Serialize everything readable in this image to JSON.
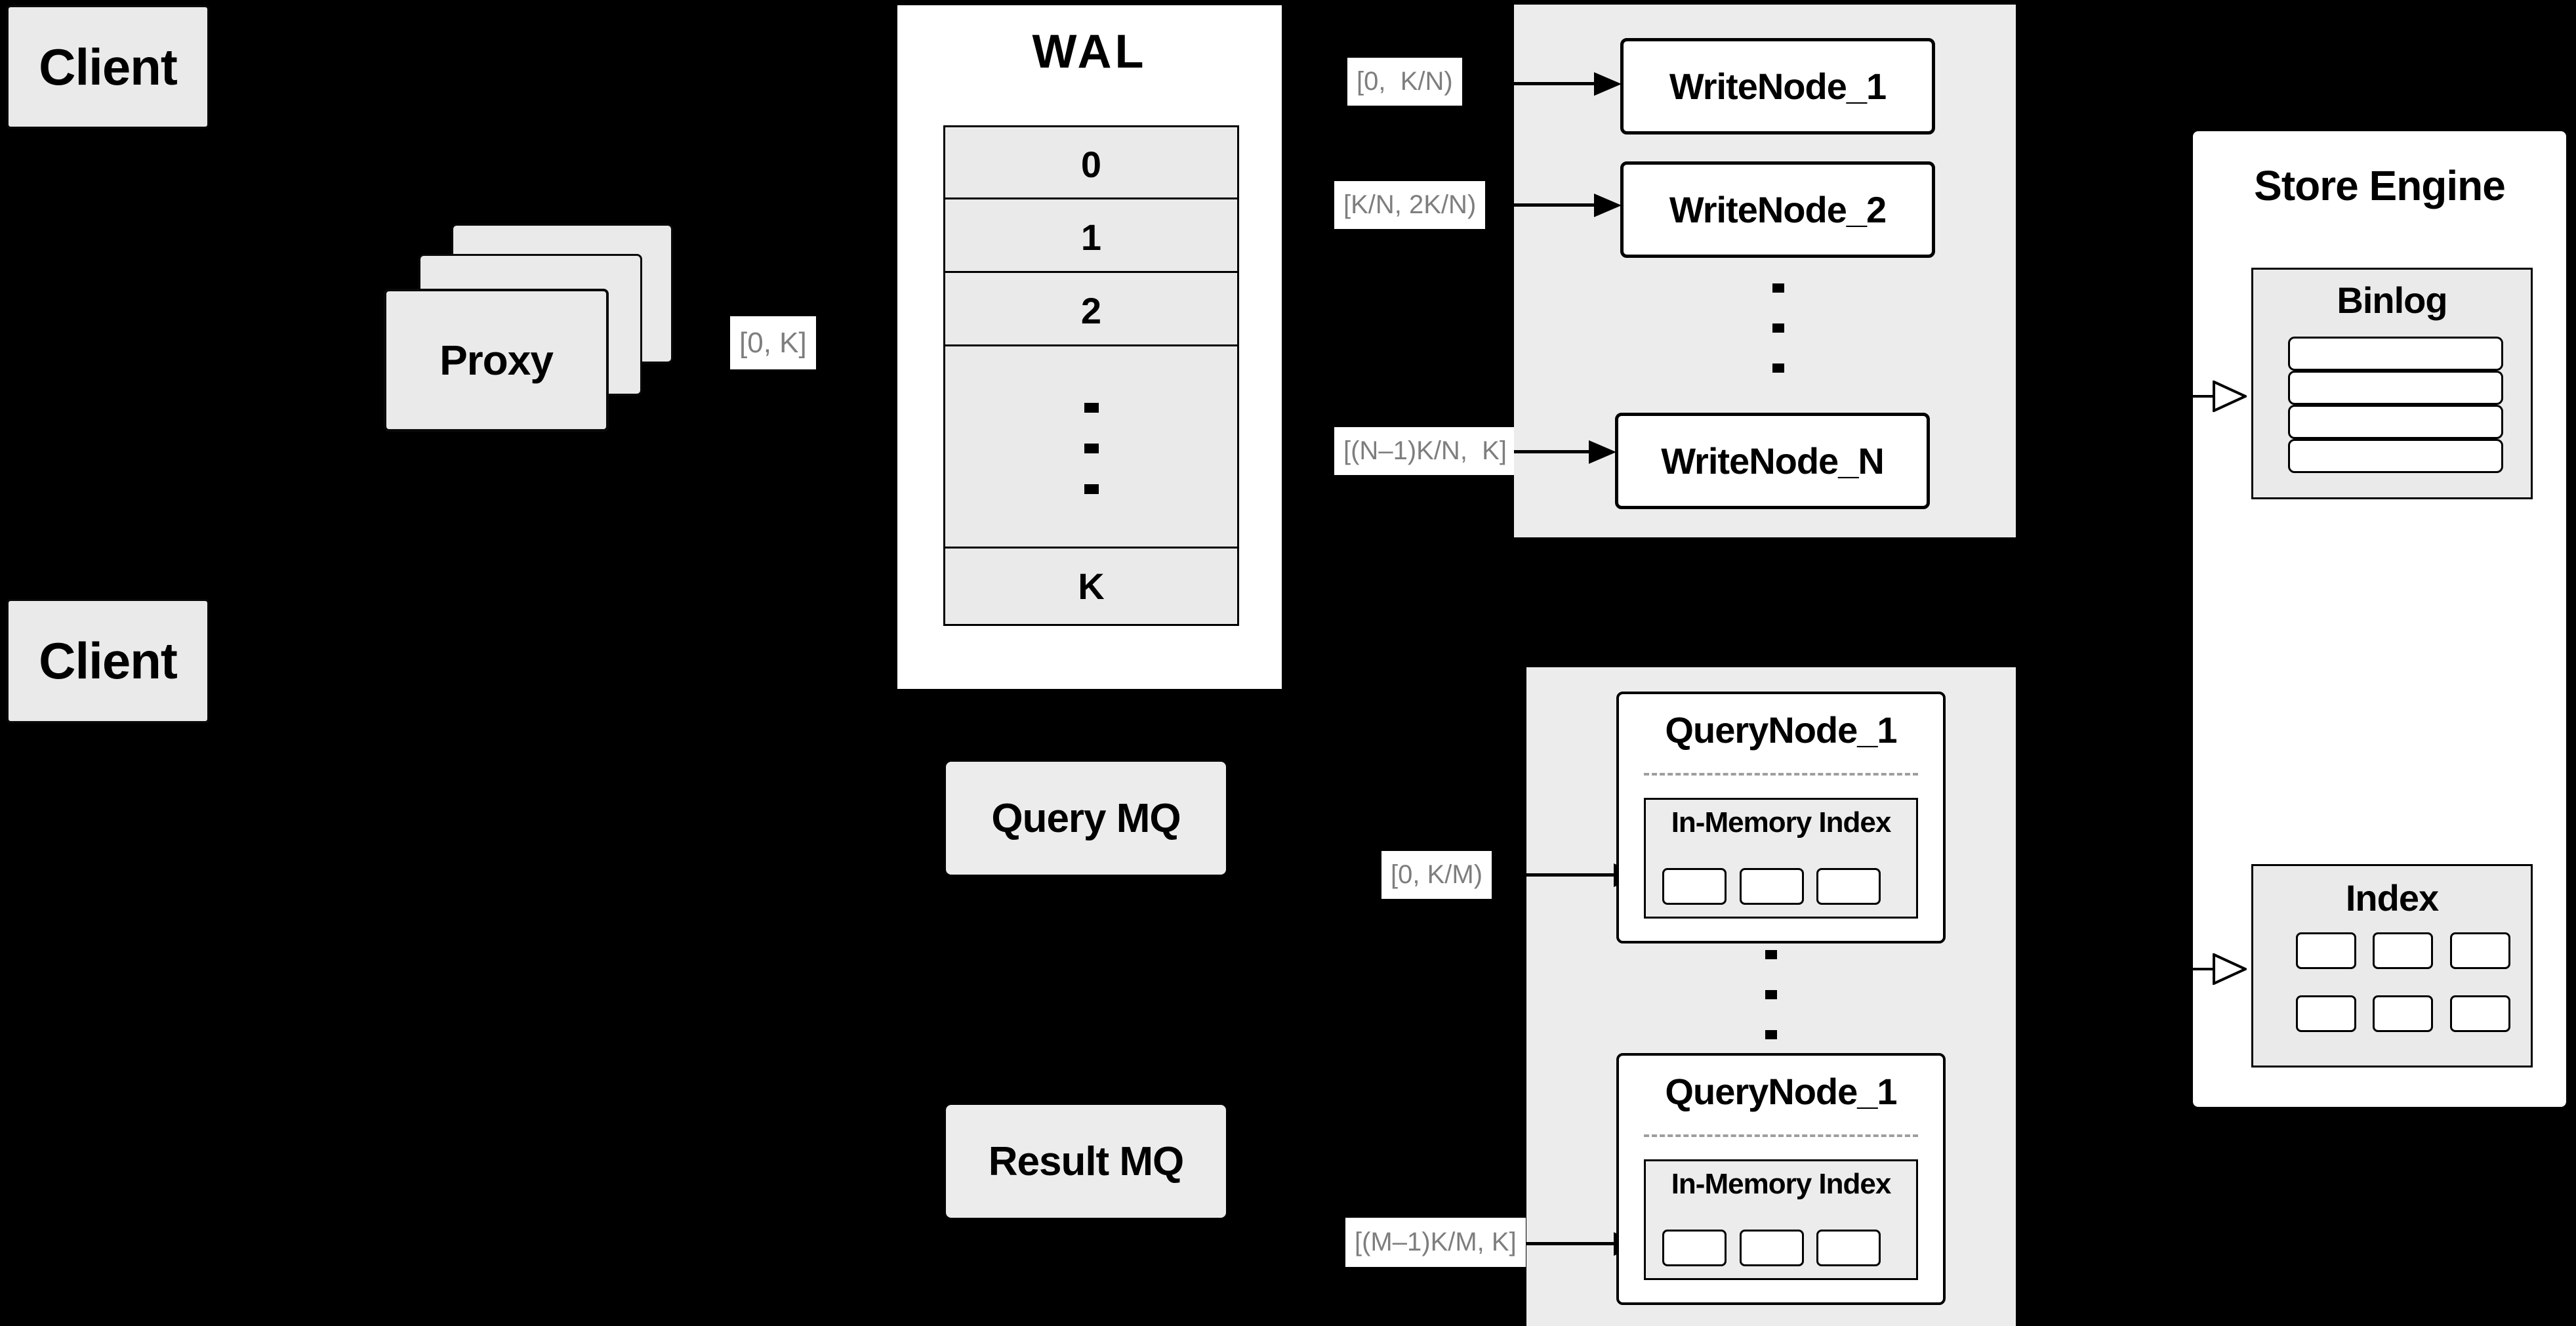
{
  "diagram": {
    "clients": {
      "top": "Client",
      "bottom": "Client"
    },
    "proxy": {
      "label": "Proxy",
      "range_label": "[0, K]"
    },
    "wal": {
      "title": "WAL",
      "rows": [
        "0",
        "1",
        "2",
        "K"
      ]
    },
    "write_nodes": {
      "node1": "WriteNode_1",
      "node2": "WriteNode_2",
      "nodeN": "WriteNode_N",
      "range1": "[0,  K/N)",
      "range2": "[K/N, 2K/N)",
      "rangeN": "[(N–1)K/N,  K]"
    },
    "store_engine": {
      "title": "Store Engine",
      "binlog_title": "Binlog",
      "index_title": "Index"
    },
    "mq": {
      "query": "Query MQ",
      "result": "Result MQ"
    },
    "query_nodes": {
      "node1_title": "QueryNode_1",
      "node2_title": "QueryNode_1",
      "inner_title": "In-Memory Index",
      "range1": "[0, K/M)",
      "range2": "[(M–1)K/M, K]"
    },
    "colors": {
      "background": "#000000",
      "box_fill": "#eaeaea",
      "container_fill": "#ececec",
      "border": "#000000",
      "range_text": "#7e7e7e"
    }
  }
}
